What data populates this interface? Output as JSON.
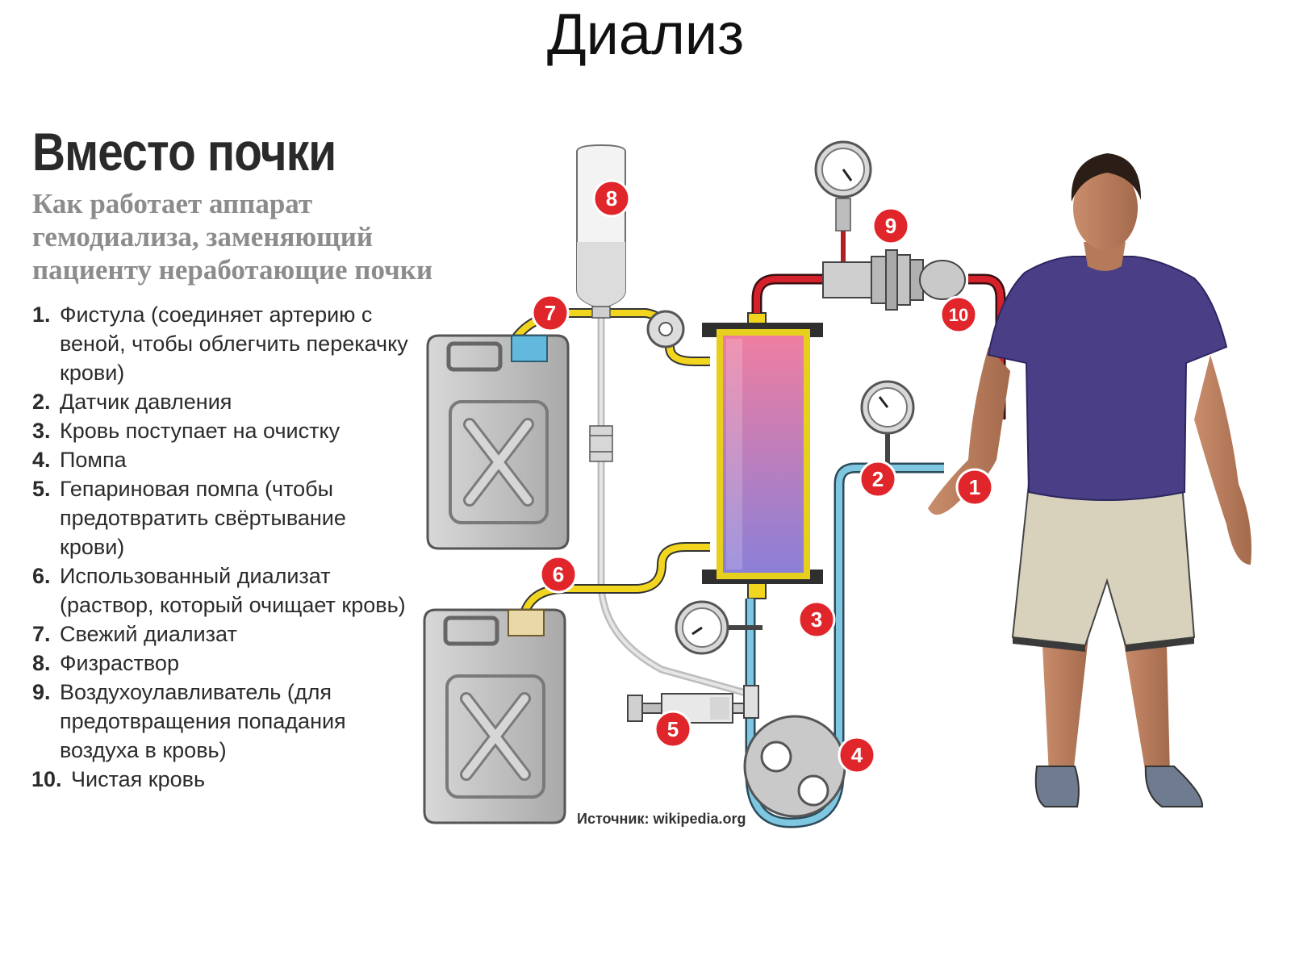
{
  "slide_title": "Диализ",
  "heading": "Вместо почки",
  "subheading_lines": [
    "Как работает аппарат",
    "гемодиализа, заменяющий",
    "пациенту неработающие почки"
  ],
  "legend": [
    {
      "num": "1.",
      "text": "Фистула (соединяет артерию с веной, чтобы облегчить перекачку крови)"
    },
    {
      "num": "2.",
      "text": "Датчик давления"
    },
    {
      "num": "3.",
      "text": "Кровь поступает на очистку"
    },
    {
      "num": "4.",
      "text": "Помпа"
    },
    {
      "num": "5.",
      "text": "Гепариновая помпа (чтобы предотвратить свёртывание крови)"
    },
    {
      "num": "6.",
      "text": "Использованный диализат (раствор, который очищает кровь)"
    },
    {
      "num": "7.",
      "text": "Свежий диализат"
    },
    {
      "num": "8.",
      "text": "Физраствор"
    },
    {
      "num": "9.",
      "text": "Воздухоулавливатель (для предотвращения попадания воздуха в кровь)"
    },
    {
      "num": "10.",
      "text": "Чистая кровь"
    }
  ],
  "badges": {
    "b1": "1",
    "b2": "2",
    "b3": "3",
    "b4": "4",
    "b5": "5",
    "b6": "6",
    "b7": "7",
    "b8": "8",
    "b9": "9",
    "b10": "10"
  },
  "source": "Источник: wikipedia.org",
  "colors": {
    "badge": "#e0262b",
    "dialysate_tube": "#f2d51e",
    "blood_to_clean": "#7fc6e0",
    "clean_blood": "#d5212b",
    "canister": "#c9c9c9",
    "shirt": "#4a3f86",
    "shorts": "#d8d2bd"
  },
  "icons": [
    "canister-icon",
    "pressure-gauge-icon",
    "iv-bag-icon",
    "syringe-icon",
    "pump-icon",
    "dialyzer-icon",
    "patient-figure"
  ]
}
